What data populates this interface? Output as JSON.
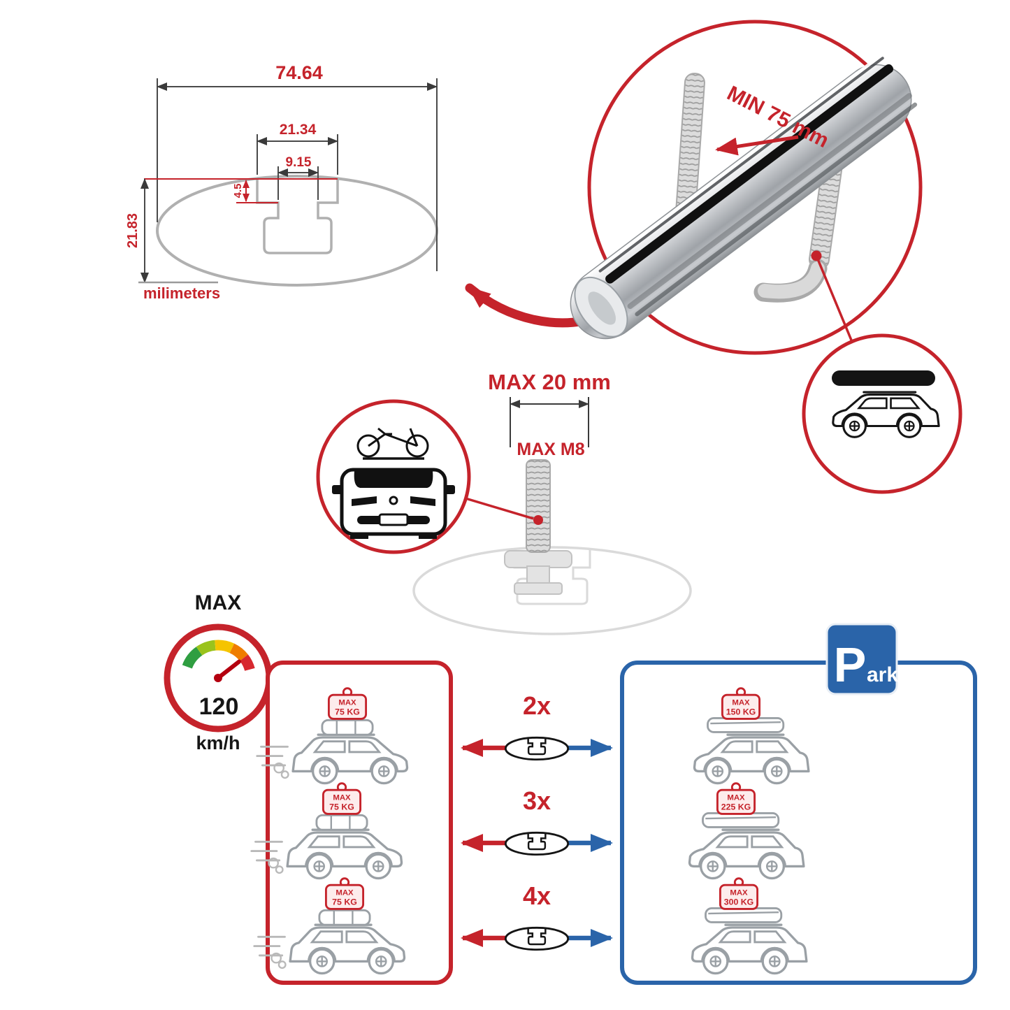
{
  "colors": {
    "accent_red": "#c5232b",
    "accent_blue": "#2a64a9",
    "drawing_gray": "#b0b0b0",
    "ink": "#161616",
    "bar_black_strip": "#101010"
  },
  "cross_section": {
    "total_width": "74.64",
    "slot_outer_width": "21.34",
    "slot_inner_width": "9.15",
    "lip_height": "4.5",
    "total_height": "21.83",
    "units_label": "milimeters"
  },
  "bar_detail": {
    "min_clamp_label": "MIN 75 mm"
  },
  "bolt_detail": {
    "max_length_label": "MAX 20 mm",
    "max_thread_label": "MAX M8"
  },
  "speed_limit": {
    "title": "MAX",
    "value": "120",
    "unit": "km/h"
  },
  "parking_sign": {
    "letter": "P",
    "suffix": "ark"
  },
  "left_panel": {
    "cars": [
      {
        "tag_title": "MAX",
        "tag_weight": "75 KG"
      },
      {
        "tag_title": "MAX",
        "tag_weight": "75 KG"
      },
      {
        "tag_title": "MAX",
        "tag_weight": "75 KG"
      }
    ]
  },
  "right_panel": {
    "cars": [
      {
        "tag_title": "MAX",
        "tag_weight": "150 KG"
      },
      {
        "tag_title": "MAX",
        "tag_weight": "225 KG"
      },
      {
        "tag_title": "MAX",
        "tag_weight": "300 KG"
      }
    ]
  },
  "multipliers": [
    {
      "label": "2x"
    },
    {
      "label": "3x"
    },
    {
      "label": "4x"
    }
  ]
}
